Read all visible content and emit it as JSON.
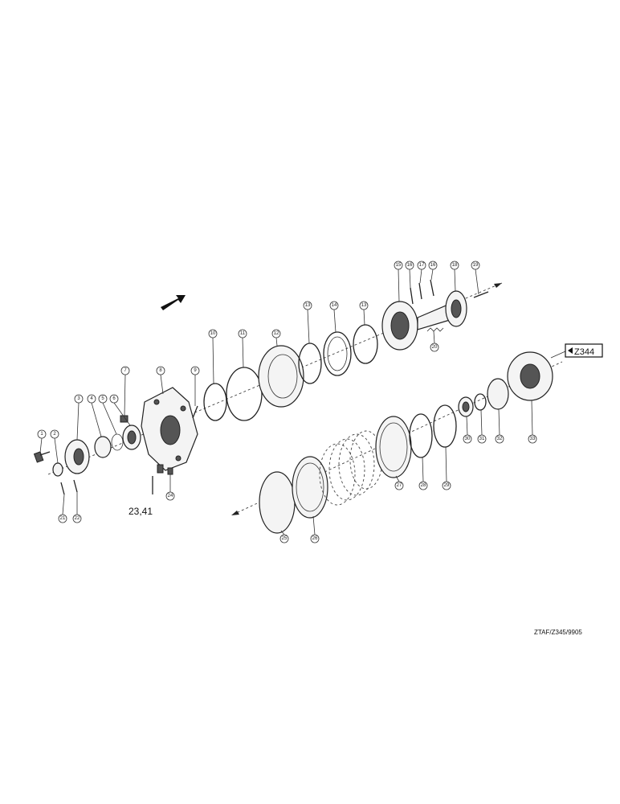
{
  "ref_box": {
    "label": "Z344"
  },
  "sub_label": "23,41",
  "footer_code": "ZTAF/Z345/9905",
  "callouts_upper": [
    "1",
    "2",
    "3",
    "4",
    "5",
    "6",
    "7",
    "8",
    "9",
    "10",
    "11",
    "12",
    "13",
    "14",
    "13",
    "15",
    "16",
    "17",
    "16",
    "18",
    "19",
    "20",
    "21",
    "22",
    "24"
  ],
  "callouts_lower": [
    "25",
    "26",
    "27",
    "28",
    "29",
    "30",
    "31",
    "32",
    "33"
  ]
}
